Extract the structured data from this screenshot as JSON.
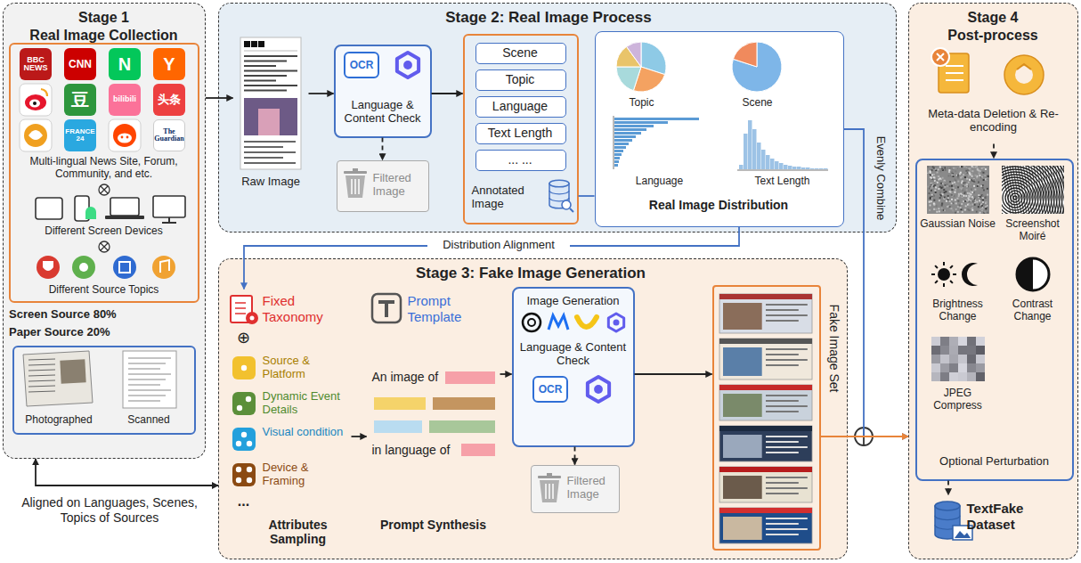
{
  "diagram": {
    "nodes": [
      {
        "text": [
          "Stage 1",
          "Real Image Collection",
          "Screen Source 80%",
          "Paper Source 20%"
        ]
      },
      {
        "text": [
          "Multi-lingual News Site, Forum, Community, and etc.",
          "Different Screen Devices",
          "Different Source Topics"
        ],
        "in": 0
      },
      {
        "text": [
          "Photographed",
          "Scanned"
        ],
        "in": 0
      },
      {
        "text": [
          "Stage 2: Real Image Process"
        ]
      },
      {
        "text": [
          "Raw Image"
        ],
        "in": 3
      },
      {
        "text": [
          "Language & Content Check"
        ],
        "in": 3
      },
      {
        "text": [
          "Filtered Image"
        ],
        "in": 3
      },
      {
        "text": [
          "Annotated Image"
        ],
        "in": 3
      },
      {
        "text": [
          "Scene"
        ],
        "in": 7
      },
      {
        "text": [
          "Topic"
        ],
        "in": 7
      },
      {
        "text": [
          "Language"
        ],
        "in": 7
      },
      {
        "text": [
          "Text Length"
        ],
        "in": 7
      },
      {
        "text": [
          "... ..."
        ],
        "in": 7
      },
      {
        "text": [
          "Topic",
          "Scene",
          "Language",
          "Text Length",
          "Real Image Distribution"
        ],
        "in": 3
      },
      {
        "text": [
          "Stage 3: Fake Image Generation"
        ]
      },
      {
        "text": [
          "Fixed Taxonomy",
          "⊕",
          "Source & Platform",
          "Dynamic Event Details",
          "Visual condition",
          "Device & Framing",
          "...",
          "Attributes Sampling"
        ],
        "in": 14
      },
      {
        "text": [
          "Prompt Template",
          "An image of",
          "in language of",
          "Prompt Synthesis"
        ],
        "in": 14
      },
      {
        "text": [
          "Image Generation",
          "Language & Content Check"
        ],
        "in": 14
      },
      {
        "text": [
          "Filtered Image"
        ],
        "in": 14
      },
      {
        "text": [
          "Fake Image Set"
        ],
        "in": 14
      },
      {
        "text": [
          "Stage 4",
          "Post-process"
        ]
      },
      {
        "text": [
          "Meta-data Deletion & Re-encoding"
        ],
        "in": 20
      },
      {
        "text": [
          "Gaussian Noise",
          "Screenshot Moiré",
          "Brightness Change",
          "Contrast Change",
          "JPEG Compress",
          "Optional Perturbation"
        ],
        "in": 20
      },
      {
        "text": [
          "TextFake Dataset"
        ],
        "in": 20
      }
    ],
    "edges": [
      {
        "from": 0,
        "to": 4,
        "arrow": "to"
      },
      {
        "from": 4,
        "to": 5,
        "arrow": "to"
      },
      {
        "from": 5,
        "to": 6,
        "arrow": "to"
      },
      {
        "from": 5,
        "to": 7,
        "arrow": "to"
      },
      {
        "from": 7,
        "to": 13,
        "arrow": "none"
      },
      {
        "from": 13,
        "to": 15,
        "label": "Distribution Alignment",
        "arrow": "to"
      },
      {
        "from": 13,
        "to": 20,
        "label": "Evenly Combine",
        "arrow": "to"
      },
      {
        "from": 19,
        "to": 20,
        "arrow": "to"
      },
      {
        "from": 0,
        "to": 14,
        "label": "Aligned on Languages, Scenes, Topics of Sources",
        "arrow": "both"
      },
      {
        "from": 15,
        "to": 16,
        "arrow": "to"
      },
      {
        "from": 16,
        "to": 17,
        "arrow": "to"
      },
      {
        "from": 17,
        "to": 18,
        "arrow": "to"
      },
      {
        "from": 17,
        "to": 19,
        "arrow": "to"
      },
      {
        "from": 21,
        "to": 22,
        "arrow": "to"
      },
      {
        "from": 22,
        "to": 23,
        "arrow": "to"
      }
    ],
    "labels": [
      "BBC NEWS",
      "CNN",
      "N",
      "Y",
      "豆",
      "bilibili",
      "头条",
      "FRANCE 24",
      "The Guardian",
      "OCR",
      "OCR"
    ]
  }
}
